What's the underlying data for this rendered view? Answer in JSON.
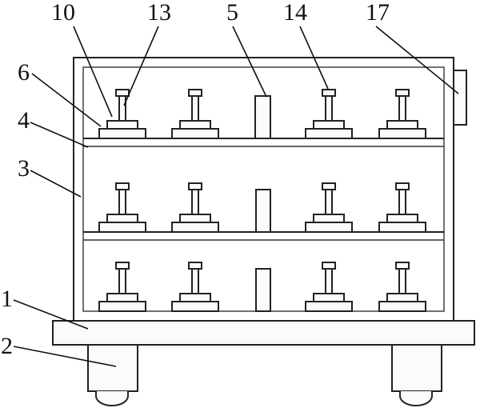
{
  "callouts": [
    {
      "id": "c10",
      "label": "10"
    },
    {
      "id": "c13",
      "label": "13"
    },
    {
      "id": "c5",
      "label": "5"
    },
    {
      "id": "c14",
      "label": "14"
    },
    {
      "id": "c17",
      "label": "17"
    },
    {
      "id": "c6",
      "label": "6"
    },
    {
      "id": "c4",
      "label": "4"
    },
    {
      "id": "c3",
      "label": "3"
    },
    {
      "id": "c1",
      "label": "1"
    },
    {
      "id": "c2",
      "label": "2"
    }
  ]
}
